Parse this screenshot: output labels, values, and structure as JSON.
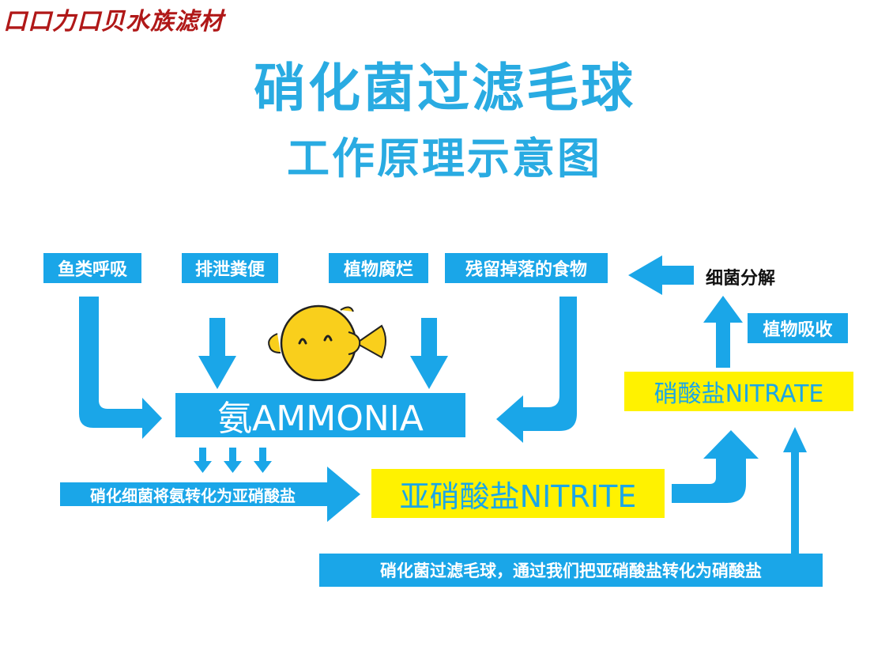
{
  "watermark": "口口力口贝水族滤材",
  "title": {
    "line1": "硝化菌过滤毛球",
    "line2": "工作原理示意图"
  },
  "sources": {
    "fish_respiration": "鱼类呼吸",
    "excretion": "排泄粪便",
    "plant_decay": "植物腐烂",
    "leftover_food": "残留掉落的食物"
  },
  "ammonia": "氨AMMONIA",
  "nitrifying_step": "硝化细菌将氨转化为亚硝酸盐",
  "nitrite": "亚硝酸盐NITRITE",
  "nitrate": "硝酸盐NITRATE",
  "bacteria_decompose": "细菌分解",
  "plant_absorb": "植物吸收",
  "bottom_note": "硝化菌过滤毛球，通过我们把亚硝酸盐转化为硝酸盐",
  "colors": {
    "accent_blue": "#1aa6e8",
    "highlight_yellow": "#fff200",
    "watermark_red": "#b01818",
    "fish_yellow": "#f9cf1c"
  },
  "icons": {
    "fish": "fish-icon",
    "arrow": "arrow-icon"
  }
}
